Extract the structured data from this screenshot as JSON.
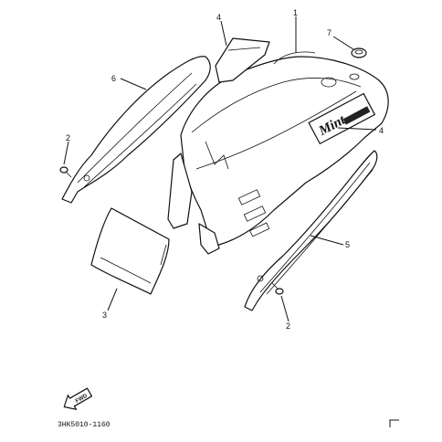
{
  "diagram": {
    "callouts": [
      {
        "id": "c4-top",
        "label": "4"
      },
      {
        "id": "c1",
        "label": "1"
      },
      {
        "id": "c7",
        "label": "7"
      },
      {
        "id": "c6",
        "label": "6"
      },
      {
        "id": "c2-left",
        "label": "2"
      },
      {
        "id": "c4-right",
        "label": "4"
      },
      {
        "id": "c5",
        "label": "5"
      },
      {
        "id": "c3",
        "label": "3"
      },
      {
        "id": "c2-bottom",
        "label": "2"
      }
    ],
    "emblem_text": "Mint",
    "fwd_label": "FWD",
    "diagram_code": "3HK5010-1160"
  }
}
